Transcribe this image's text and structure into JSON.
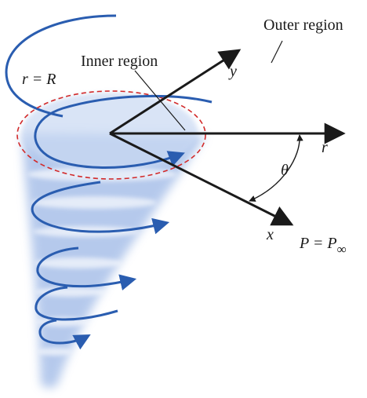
{
  "labels": {
    "outer_region": "Outer region",
    "inner_region": "Inner region",
    "r_equals_R": "r = R",
    "y_axis": "y",
    "x_axis": "x",
    "r_axis": "r",
    "theta": "θ",
    "pressure_lhs": "P = P",
    "pressure_sub": "∞"
  },
  "colors": {
    "vortex_blue": "#2a5db0",
    "dashed_red": "#d22a2a",
    "axes": "#1a1a1a",
    "cone_fill": "#9db8e6"
  },
  "icons": {
    "vortex": "tornado-vortex-cone"
  }
}
